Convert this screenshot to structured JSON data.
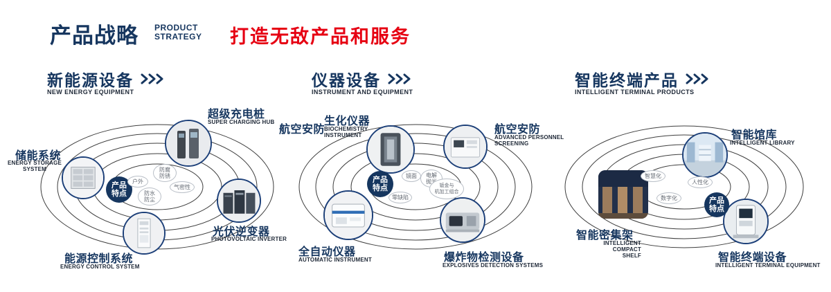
{
  "colors": {
    "navy": "#16365f",
    "red": "#e60012",
    "orbit": "#3d3d3d"
  },
  "header": {
    "title_cn": "产品战略",
    "title_en": "PRODUCT\nSTRATEGY",
    "slogan": "打造无敌产品和服务"
  },
  "sections": [
    {
      "title": "新能源设备",
      "subtitle": "NEW ENERGY EQUIPMENT",
      "feature_label": "产品\n特点",
      "tags": [
        "户外",
        "防腐\n防锈",
        "防水\n防尘",
        "气密性"
      ],
      "nodes": [
        {
          "label": "超级充电桩",
          "sublabel": "SUPER CHARGING HUB"
        },
        {
          "label": "储能系统",
          "sublabel": "ENERGY STORAGE\nSYSTEM"
        },
        {
          "label": "光伏逆变器",
          "sublabel": "PHOTOVOLTAIC INVERTER"
        },
        {
          "label": "能源控制系统",
          "sublabel": "ENERGY CONTROL SYSTEM"
        }
      ]
    },
    {
      "title": "仪器设备",
      "subtitle": "INSTRUMENT AND EQUIPMENT",
      "extra_label": "航空安防",
      "feature_label": "产品\n特点",
      "tags": [
        "镜面",
        "电解\n抛光",
        "零缺陷",
        "钣金与\n机加工组合"
      ],
      "nodes": [
        {
          "label": "生化仪器",
          "sublabel": "BIOCHEMISTRY\nINSTRUMENT"
        },
        {
          "label": "航空安防",
          "sublabel": "ADVANCED PERSONNEL\nSCREENING"
        },
        {
          "label": "全自动仪器",
          "sublabel": "AUTOMATIC INSTRUMENT"
        },
        {
          "label": "爆炸物检测设备",
          "sublabel": "EXPLOSIVES DETECTION SYSTEMS"
        }
      ]
    },
    {
      "title": "智能终端产品",
      "subtitle": "INTELLIGENT TERMINAL PRODUCTS",
      "feature_label": "产品\n特点",
      "tags": [
        "智慧化",
        "人性化",
        "数字化"
      ],
      "nodes": [
        {
          "label": "智能馆库",
          "sublabel": "INTELLIGENT LIBRARY"
        },
        {
          "label": "智能密集架",
          "sublabel": "INTELLIGENT COMPACT\nSHELF"
        },
        {
          "label": "智能终端设备",
          "sublabel": "INTELLIGENT TERMINAL EQUIPMENT"
        }
      ]
    }
  ]
}
